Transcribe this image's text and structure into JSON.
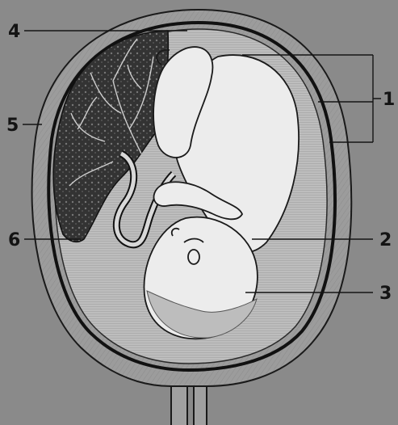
{
  "figure": {
    "labels": [
      {
        "id": "label-1",
        "text": "1"
      },
      {
        "id": "label-2",
        "text": "2"
      },
      {
        "id": "label-3",
        "text": "3"
      },
      {
        "id": "label-4",
        "text": "4"
      },
      {
        "id": "label-5",
        "text": "5"
      },
      {
        "id": "label-6",
        "text": "6"
      }
    ]
  },
  "colors": {
    "background": "#8a8a8a",
    "ink": "#141414",
    "uterine_wall": "#9a9a9a",
    "amniotic_fluid": "#bdbdbd",
    "fetus_skin": "#ececec",
    "placenta": "#2a2a2a"
  }
}
